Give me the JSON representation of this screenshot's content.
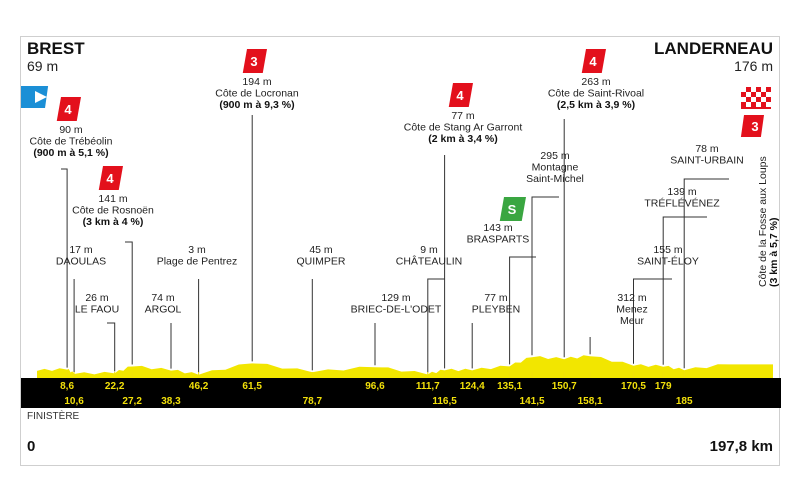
{
  "start": {
    "name": "BREST",
    "altitude": "69 m"
  },
  "finish": {
    "name": "LANDERNEAU",
    "altitude": "176 m"
  },
  "region": "FINISTÈRE",
  "distance_start": "0",
  "distance_total": "197,8 km",
  "colors": {
    "profile": "#f2e600",
    "band": "#000000",
    "km_text": "#f2e00a",
    "climb_badge": "#e3101c",
    "sprint_badge": "#3aa641",
    "start_flag": "#1b8fd6"
  },
  "chart_data": {
    "type": "area",
    "title": "",
    "xlabel": "",
    "ylabel": "",
    "x_unit": "km",
    "y_unit": "m",
    "xlim": [
      0,
      197.8
    ],
    "profile": [
      {
        "km": 0,
        "alt": 69
      },
      {
        "km": 8.6,
        "alt": 90
      },
      {
        "km": 10.6,
        "alt": 17
      },
      {
        "km": 22.2,
        "alt": 26
      },
      {
        "km": 27.2,
        "alt": 141
      },
      {
        "km": 38.3,
        "alt": 74
      },
      {
        "km": 46.2,
        "alt": 3
      },
      {
        "km": 61.5,
        "alt": 194
      },
      {
        "km": 78.7,
        "alt": 45
      },
      {
        "km": 96.6,
        "alt": 129
      },
      {
        "km": 111.7,
        "alt": 9
      },
      {
        "km": 116.5,
        "alt": 77
      },
      {
        "km": 124.4,
        "alt": 77
      },
      {
        "km": 135.1,
        "alt": 143
      },
      {
        "km": 141.5,
        "alt": 295
      },
      {
        "km": 150.7,
        "alt": 263
      },
      {
        "km": 158.1,
        "alt": 312
      },
      {
        "km": 170.5,
        "alt": 155
      },
      {
        "km": 179,
        "alt": 139
      },
      {
        "km": 185,
        "alt": 78
      },
      {
        "km": 197.8,
        "alt": 176
      }
    ],
    "km_markers_top": [
      "8,6",
      "22,2",
      "46,2",
      "61,5",
      "96,6",
      "111,7",
      "124,4",
      "135,1",
      "150,7",
      "170,5",
      "179"
    ],
    "km_markers_bottom": [
      "10,6",
      "27,2",
      "38,3",
      "78,7",
      "116,5",
      "141,5",
      "158,1",
      "185"
    ],
    "waypoints": [
      {
        "km": 8.6,
        "lines": [
          "90 m",
          "Côte de Trébéolin",
          "(900 m à 5,1 %)"
        ],
        "badge": "4"
      },
      {
        "km": 10.6,
        "lines": [
          "17 m",
          "DAOULAS"
        ]
      },
      {
        "km": 22.2,
        "lines": [
          "26 m",
          "LE FAOU"
        ]
      },
      {
        "km": 27.2,
        "lines": [
          "141 m",
          "Côte de Rosnoën",
          "(3 km à 4 %)"
        ],
        "badge": "4"
      },
      {
        "km": 38.3,
        "lines": [
          "74 m",
          "ARGOL"
        ]
      },
      {
        "km": 46.2,
        "lines": [
          "3 m",
          "Plage de Pentrez"
        ]
      },
      {
        "km": 61.5,
        "lines": [
          "194 m",
          "Côte de Locronan",
          "(900 m à 9,3 %)"
        ],
        "badge": "3"
      },
      {
        "km": 78.7,
        "lines": [
          "45 m",
          "QUIMPER"
        ]
      },
      {
        "km": 96.6,
        "lines": [
          "129 m",
          "BRIEC-DE-L'ODET"
        ]
      },
      {
        "km": 111.7,
        "lines": [
          "9 m",
          "CHÂTEAULIN"
        ]
      },
      {
        "km": 116.5,
        "lines": [
          "77 m",
          "Côte de Stang Ar Garront",
          "(2 km à 3,4 %)"
        ],
        "badge": "4"
      },
      {
        "km": 124.4,
        "lines": [
          "77 m",
          "PLEYBEN"
        ]
      },
      {
        "km": 135.1,
        "lines": [
          "143 m",
          "BRASPARTS"
        ],
        "sprint": "S"
      },
      {
        "km": 141.5,
        "lines": [
          "295 m",
          "Montagne",
          "Saint-Michel"
        ]
      },
      {
        "km": 150.7,
        "lines": [
          "263 m",
          "Côte de Saint-Rivoal",
          "(2,5 km à 3,9 %)"
        ],
        "badge": "4"
      },
      {
        "km": 158.1,
        "lines": [
          "312 m",
          "Menez",
          "Meur"
        ]
      },
      {
        "km": 170.5,
        "lines": [
          "155 m",
          "SAINT-ÉLOY"
        ]
      },
      {
        "km": 179,
        "lines": [
          "139 m",
          "TRÉFLÉVÉNEZ"
        ]
      },
      {
        "km": 185,
        "lines": [
          "78 m",
          "SAINT-URBAIN"
        ]
      },
      {
        "km": 197.8,
        "lines": [
          "Côte de la Fosse aux Loups",
          "(3 km à 5,7 %)"
        ],
        "badge": "3"
      }
    ]
  }
}
